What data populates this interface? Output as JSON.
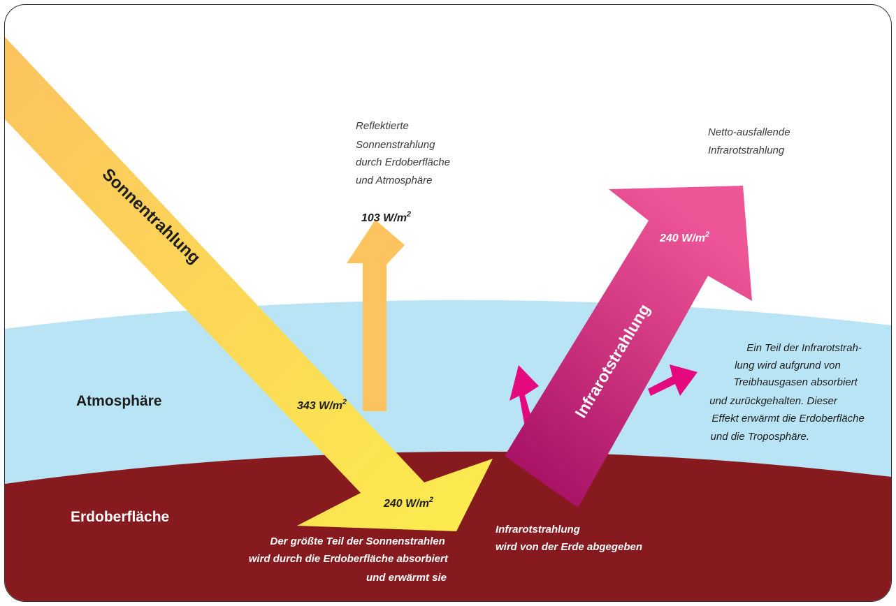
{
  "labels": {
    "sun_arrow": "Sonnentrahlung",
    "ir_arrow": "Infrarotstrahlung",
    "atmosphere": "Atmosphäre",
    "surface": "Erdoberfläche",
    "incoming_value": "343 W/m",
    "incoming_sup": "2",
    "reflected_value": "103 W/m",
    "reflected_sup": "2",
    "absorbed_value": "240 W/m",
    "absorbed_sup": "2",
    "outgoing_value": "240 W/m",
    "outgoing_sup": "2"
  },
  "captions": {
    "reflected": [
      "Reflektierte",
      "Sonnenstrahlung",
      "durch Erdoberfläche",
      "und Atmosphäre"
    ],
    "outgoing": [
      "Netto-ausfallende",
      "Infrarotstrahlung"
    ],
    "greenhouse": [
      "Ein Teil der Infrarotstrah-",
      "lung wird aufgrund von",
      "Treibhausgasen absorbiert",
      "und zurückgehalten. Dieser",
      "Effekt erwärmt die Erdoberfläche",
      "und die Troposphäre."
    ],
    "surface_absorb": [
      "Der größte Teil der Sonnenstrahlen",
      "wird durch die Erdoberfläche absorbiert",
      "und erwärmt sie"
    ],
    "surface_emit": [
      "Infrarotstrahlung",
      "wird von der Erde abgegeben"
    ]
  },
  "colors": {
    "atmosphere": "#b9e4f5",
    "surface": "#861a1e",
    "sun_light": "#fcec4e",
    "sun_dark": "#fcc35f",
    "ir_light": "#ee5597",
    "ir_dark": "#a0095f",
    "text_dark": "#1d1d1b",
    "text_white": "#ffffff"
  }
}
